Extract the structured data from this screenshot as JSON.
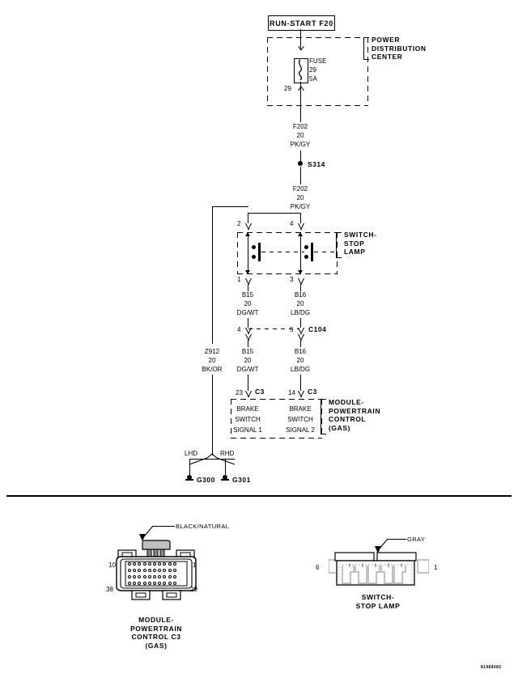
{
  "diagram": {
    "id_code": "81984082",
    "power_source": {
      "title": "RUN-START F20",
      "group_label": "POWER\nDISTRIBUTION\nCENTER",
      "fuse_label": "FUSE",
      "fuse_number": "29",
      "fuse_rating": "5A",
      "fuse_pin": "29"
    },
    "wires": {
      "feed_upper": {
        "circuit": "F202",
        "gauge": "20",
        "color": "PK/GY"
      },
      "feed_lower": {
        "circuit": "F202",
        "gauge": "20",
        "color": "PK/GY"
      },
      "signal1_upper": {
        "circuit": "B15",
        "gauge": "20",
        "color": "DG/WT"
      },
      "signal2_upper": {
        "circuit": "B16",
        "gauge": "20",
        "color": "LB/DG"
      },
      "signal1_lower": {
        "circuit": "B15",
        "gauge": "20",
        "color": "DG/WT"
      },
      "signal2_lower": {
        "circuit": "B16",
        "gauge": "20",
        "color": "LB/DG"
      },
      "ground": {
        "circuit": "Z912",
        "gauge": "20",
        "color": "BK/OR"
      }
    },
    "splice": {
      "name": "S314"
    },
    "switch": {
      "group_label": "SWITCH-\nSTOP\nLAMP",
      "pin_top_left": "2",
      "pin_top_right": "4",
      "pin_bottom_left": "1",
      "pin_bottom_right": "3"
    },
    "connector_c104": {
      "name": "C104",
      "pin_left": "4",
      "pin_right": "5"
    },
    "module": {
      "group_label": "MODULE-\nPOWERTRAIN\nCONTROL\n(GAS)",
      "connector_left": "C3",
      "connector_right": "C3",
      "pin_left": "23",
      "pin_right": "14",
      "signal_left": "BRAKE\nSWITCH\nSIGNAL 1",
      "signal_right": "BRAKE\nSWITCH\nSIGNAL 2"
    },
    "grounds": {
      "lhd_label": "LHD",
      "rhd_label": "RHD",
      "lhd_ground": "G300",
      "rhd_ground": "G301"
    }
  },
  "connector_views": [
    {
      "key": "pcm_c3",
      "color_label": "BLACK/NATURAL",
      "caption": "MODULE-\nPOWERTRAIN\nCONTROL C3\n(GAS)",
      "pin_top_left": "10",
      "pin_top_right": "1",
      "pin_bottom_left": "38",
      "pin_bottom_right": "29"
    },
    {
      "key": "stop_lamp_switch",
      "color_label": "GRAY",
      "caption": "SWITCH-\nSTOP LAMP",
      "pin_left": "6",
      "pin_right": "1"
    }
  ]
}
